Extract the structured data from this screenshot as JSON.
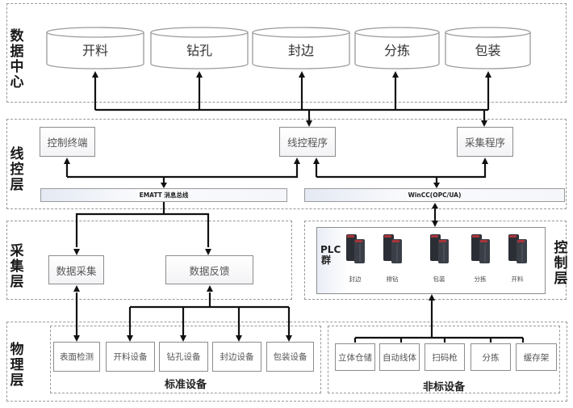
{
  "layers": {
    "data_center": {
      "label": "数据中心",
      "databases": [
        "开料",
        "钻孔",
        "封边",
        "分拣",
        "包装"
      ]
    },
    "line_control": {
      "label": "线控层",
      "nodes": {
        "control_terminal": "控制终端",
        "line_program": "线控程序",
        "collect_program": "采集程序"
      },
      "buses": {
        "left": "EMATT 消息总线",
        "right": "WinCC(OPC/UA)"
      }
    },
    "collection": {
      "label": "采集层",
      "nodes": {
        "data_collect": "数据采集",
        "data_feedback": "数据反馈"
      }
    },
    "control": {
      "label": "控制层",
      "plc_group_label": "PLC群",
      "plcs": [
        "封边",
        "排钻",
        "包装",
        "分拣",
        "开料"
      ]
    },
    "physical": {
      "label": "物理层",
      "standard": {
        "title": "标准设备",
        "devices": [
          "表面检测",
          "开料设备",
          "钻孔设备",
          "封边设备",
          "包装设备"
        ]
      },
      "nonstandard": {
        "title": "非标设备",
        "devices": [
          "立体仓储",
          "自动线体",
          "扫码枪",
          "分拣",
          "缓存架"
        ]
      }
    }
  }
}
